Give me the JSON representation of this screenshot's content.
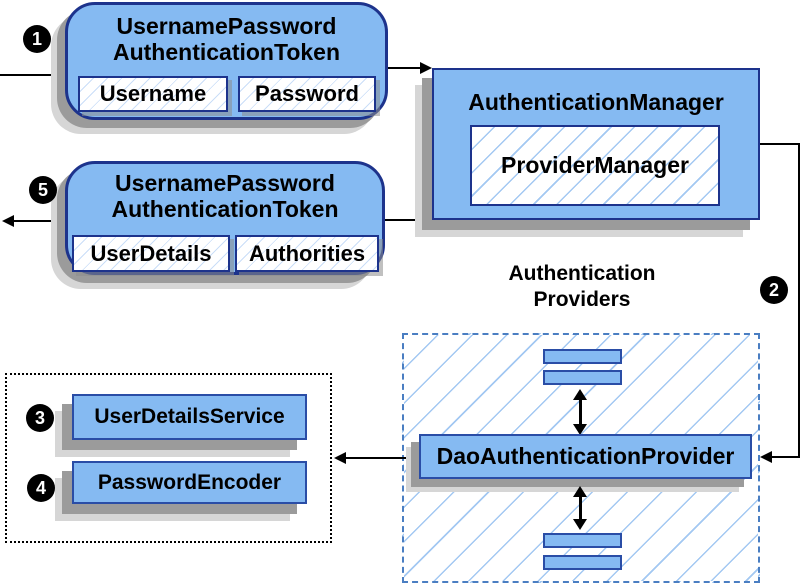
{
  "flow": {
    "step_markers": {
      "step1": "1",
      "step2": "2",
      "step3": "3",
      "step4": "4",
      "step5": "5"
    },
    "request_token": {
      "title_line1": "UsernamePassword",
      "title_line2": "AuthenticationToken",
      "fields": [
        "Username",
        "Password"
      ]
    },
    "authentication_manager": {
      "title": "AuthenticationManager",
      "delegate": "ProviderManager"
    },
    "response_token": {
      "title_line1": "UsernamePassword",
      "title_line2": "AuthenticationToken",
      "fields": [
        "UserDetails",
        "Authorities"
      ]
    },
    "authentication_providers": {
      "label_line1": "Authentication",
      "label_line2": "Providers",
      "provider": "DaoAuthenticationProvider"
    },
    "collaborators": {
      "items": [
        "UserDetailsService",
        "PasswordEncoder"
      ]
    },
    "colors": {
      "node_fill": "#85BAF2",
      "node_border": "#1D338C",
      "hatch_line": "#A3C8F2",
      "dashed_border": "#4A7EC2",
      "dotted_border": "#000000",
      "arrow": "#000000",
      "shadow_dark": "#9B9B9B",
      "shadow_light": "#D6D6D6",
      "marker_bg": "#000000",
      "marker_text": "#FFFFFF"
    }
  }
}
